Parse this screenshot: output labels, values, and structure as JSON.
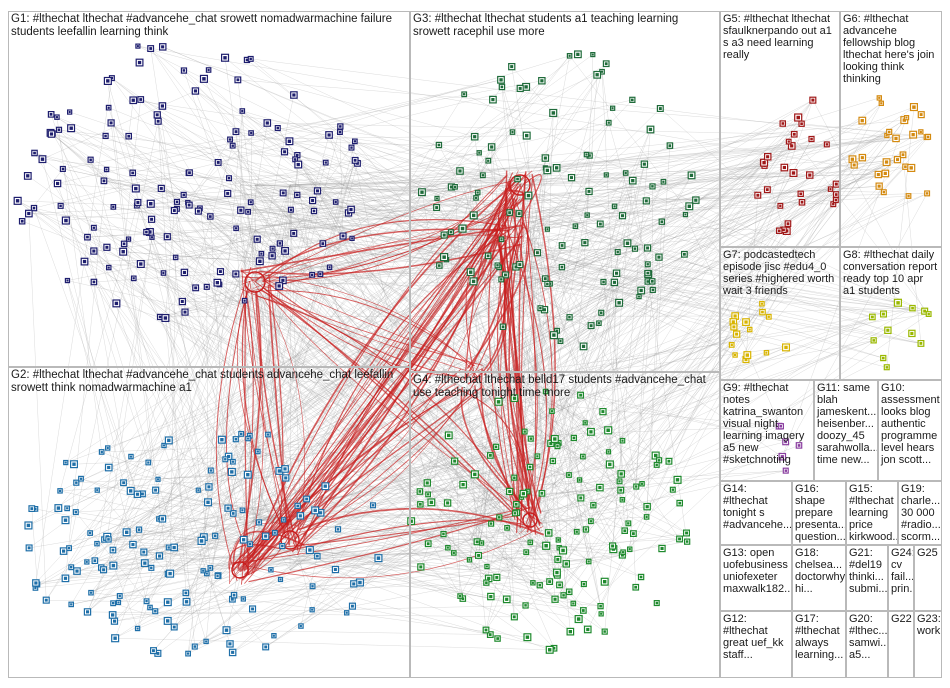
{
  "groups": [
    {
      "id": "G1",
      "label": "G1: #lthechat lthechat #advancehe_chat srowett nomadwarmachine failure\nstudents leefallin learning think",
      "color": "#1e1e6e"
    },
    {
      "id": "G2",
      "label": "G2: #lthechat lthechat #advancehe_chat students advancehe_chat leefallin\nsrowett think nomadwarmachine a1",
      "color": "#1f6fa8"
    },
    {
      "id": "G3",
      "label": "G3: #lthechat lthechat students a1 teaching learning\nsrowett racephil use more",
      "color": "#1f6b3a"
    },
    {
      "id": "G4",
      "label": "G4: #lthechat lthechat belld17 students #advancehe_chat\nuse teaching tonight time more",
      "color": "#1f8a2e"
    },
    {
      "id": "G5",
      "label": "G5: #lthechat lthechat\nsfaulknerpando out a1\ns a3 need learning\nreally",
      "color": "#a01818"
    },
    {
      "id": "G6",
      "label": "G6: #lthechat\nadvancehe\nfellowship blog\nlthechat here's join\nlooking think\nthinking",
      "color": "#d48a10"
    },
    {
      "id": "G7",
      "label": "G7: podcastedtech\nepisode jisc #edu4_0\nseries #highered worth\nwait 3 friends",
      "color": "#d8b400"
    },
    {
      "id": "G8",
      "label": "G8: #lthechat daily\nconversation report\nready top 10 apr\na1 students",
      "color": "#9ab800"
    },
    {
      "id": "G9",
      "label": "G9: #lthechat\nnotes\nkatrina_swanton\nvisual night\nlearning imagery\na5 new\n#sketchnoting",
      "color": "#8a3fa0"
    },
    {
      "id": "G11",
      "label": "G11: same\nblah\njameskent...\nheisenber...\ndoozy_45\nsarahwolla...\ntime new...",
      "color": "#3f3f3f"
    },
    {
      "id": "G10",
      "label": "G10:\nassessment\nlooks blog\nauthentic\nprogramme\nlevel hears\njon scott...",
      "color": "#3f3f3f"
    },
    {
      "id": "G14",
      "label": "G14:\n#lthechat\ntonight s\n#advancehe...",
      "color": "#3f3f3f"
    },
    {
      "id": "G16",
      "label": "G16:\nshape\nprepare\npresenta...\nquestion...",
      "color": "#3f3f3f"
    },
    {
      "id": "G15",
      "label": "G15:\n#lthechat\nlearning\nprice\nkirkwood...",
      "color": "#3f3f3f"
    },
    {
      "id": "G19",
      "label": "G19:\ncharle...\n30 000\n#radio...\nscorm...",
      "color": "#3f3f3f"
    },
    {
      "id": "G13",
      "label": "G13: open\nuofebusiness\nuniofexeter\nmaxwalk182...",
      "color": "#3f3f3f"
    },
    {
      "id": "G18",
      "label": "G18:\nchelsea...\ndoctorwhy\nhi...",
      "color": "#3f3f3f"
    },
    {
      "id": "G21",
      "label": "G21:\n#del19\nthinki...\nsubmi...",
      "color": "#3f3f3f"
    },
    {
      "id": "G24",
      "label": "G24:\ncv\nfail...\nprin...",
      "color": "#3f3f3f"
    },
    {
      "id": "G25",
      "label": "G25",
      "color": "#3f3f3f"
    },
    {
      "id": "G12",
      "label": "G12:\n#lthechat\ngreat uef_kk\nstaff...",
      "color": "#3f3f3f"
    },
    {
      "id": "G17",
      "label": "G17:\n#lthechat\nalways\nlearning...",
      "color": "#3f3f3f"
    },
    {
      "id": "G20",
      "label": "G20:\n#lthec...\nsamwi...\na5...",
      "color": "#3f3f3f"
    },
    {
      "id": "G22",
      "label": "G22",
      "color": "#3f3f3f"
    },
    {
      "id": "G23",
      "label": "G23:\nwork",
      "color": "#3f3f3f"
    }
  ],
  "colors": {
    "edge_grey": "#9a9a9a",
    "edge_red": "#c81e1e",
    "border": "#b9b9b9"
  }
}
